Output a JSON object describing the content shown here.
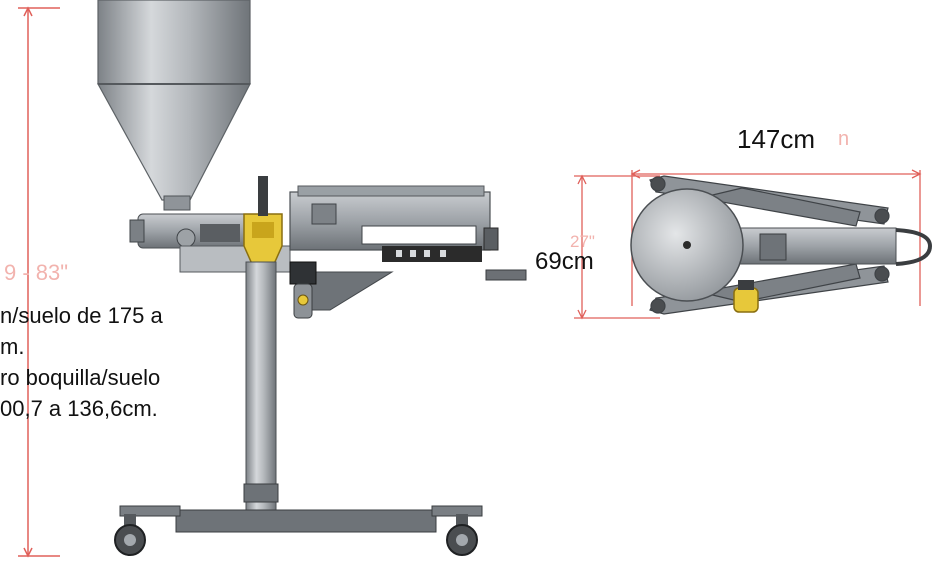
{
  "labels": {
    "height_ghost": "9 - 83\"",
    "width_main": "147cm",
    "width_ghost": "n",
    "depth_ghost": "27\"",
    "depth_main": "69cm"
  },
  "description_lines": [
    "n/suelo de 175 a",
    "m.",
    "ro boquilla/suelo",
    "00,7 a 136,6cm."
  ],
  "colors": {
    "dimension_line": "#e0605a",
    "machine_gray": "#8a8e93",
    "steel_light": "#c8cbce",
    "yellow_guard": "#e7c83a",
    "dark_detail": "#2b2b2b"
  }
}
